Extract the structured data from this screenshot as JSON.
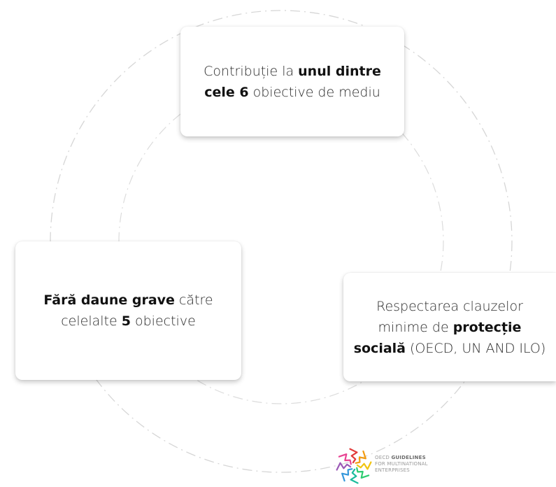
{
  "cards": {
    "top": {
      "t1": "Contribuție la ",
      "b1": "unul dintre cele 6",
      "t2": " obiective de mediu"
    },
    "left": {
      "b1": "Fără daune grave",
      "t1": " către celelalte ",
      "b2": "5",
      "t2": " obiective"
    },
    "right": {
      "t1": "Respectarea clauzelor minime de ",
      "b1": "protecție socială",
      "t2": " (OECD, UN AND ILO)"
    }
  },
  "logo": {
    "line1_prefix": "OECD ",
    "line1_bold": "GUIDELINES",
    "line2": "FOR MULTINATIONAL",
    "line3": "ENTERPRISES",
    "colors": [
      "#e23b3b",
      "#f39c12",
      "#f1c40f",
      "#2ecc71",
      "#1abc9c",
      "#3498db",
      "#9b59b6",
      "#e84393"
    ]
  },
  "theme": {
    "ring_color": "#d6d6d6",
    "text_color": "#2b2b2b"
  }
}
